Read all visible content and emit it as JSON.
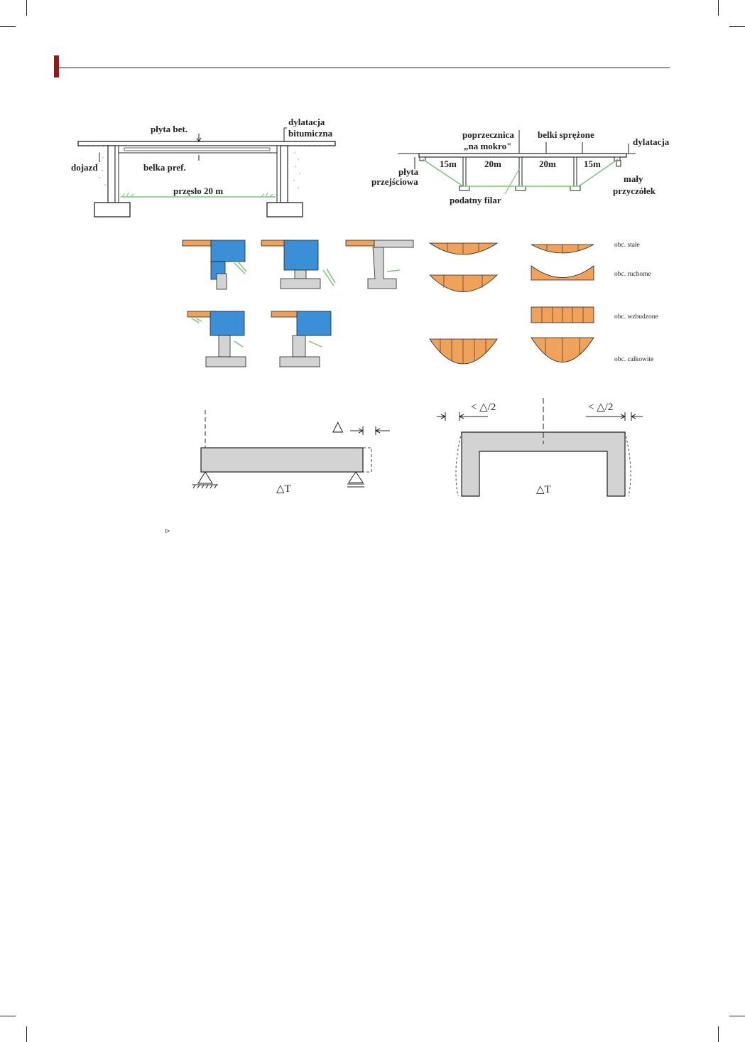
{
  "colors": {
    "accent": "#8c1b1b",
    "orange": "#f0a25a",
    "blue": "#3b8fd6",
    "grey": "#d3d3d3",
    "green": "#7cc37c"
  },
  "fig1": {
    "labels": {
      "plyta_bet": "płyta bet.",
      "dylatacja_1": "dylatacja",
      "dylatacja_2": "bitumiczna",
      "dojazd": "dojazd",
      "belka": "belka pref.",
      "przeslo": "przęsło 20 m"
    }
  },
  "fig2": {
    "labels": {
      "poprzecznica": "poprzecznica",
      "na_mokro": "„na mokro\"",
      "belki": "belki sprężone",
      "dylatacja": "dylatacja",
      "plyta_1": "płyta",
      "plyta_2": "przejściowa",
      "filar": "podatny filar",
      "maly": "mały",
      "przyczolek": "przyczółek"
    },
    "spans": [
      "15m",
      "20m",
      "20m",
      "15m"
    ]
  },
  "fig4": {
    "labels": {
      "stale": "obc. stałe",
      "ruchome": "obc. ruchome",
      "wzbudzone": "obc. wzbudzone",
      "calkowite": "obc. całkowite"
    }
  },
  "fig5": {
    "delta": "△",
    "temp": "△T"
  },
  "fig6": {
    "dim_left": "< △/2",
    "dim_right": "< △/2",
    "temp": "△T"
  },
  "bullet": "▹"
}
